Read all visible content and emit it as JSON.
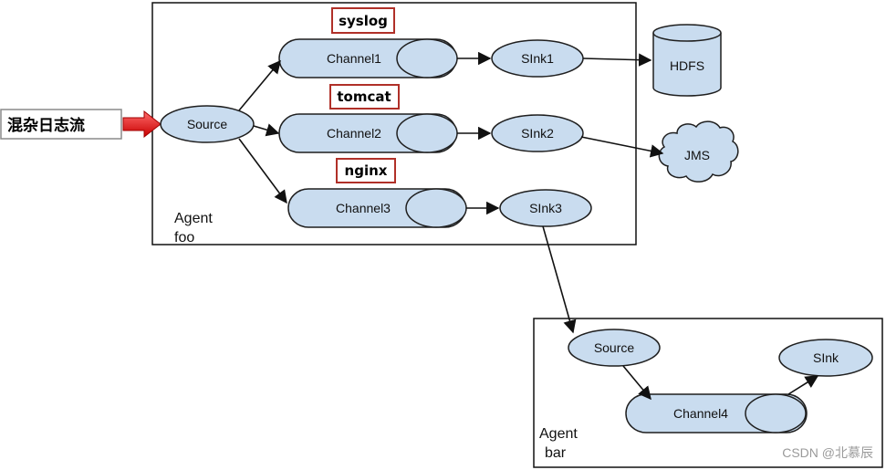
{
  "input_label": "混杂日志流",
  "agent_foo": {
    "label_line1": "Agent",
    "label_line2": "foo",
    "source": "Source",
    "tags": [
      "syslog",
      "tomcat",
      "nginx"
    ],
    "channels": [
      "Channel1",
      "Channel2",
      "Channel3"
    ],
    "sinks": [
      "SInk1",
      "SInk2",
      "SInk3"
    ]
  },
  "destinations": {
    "hdfs": "HDFS",
    "jms": "JMS"
  },
  "agent_bar": {
    "label_line1": "Agent",
    "label_line2": "bar",
    "source": "Source",
    "channel": "Channel4",
    "sink": "SInk"
  },
  "watermark": "CSDN @北慕辰",
  "colors": {
    "node_fill": "#c9dcef",
    "node_stroke": "#1f1f1f",
    "tag_border": "#c0392b",
    "input_arrow": "#e02020"
  }
}
